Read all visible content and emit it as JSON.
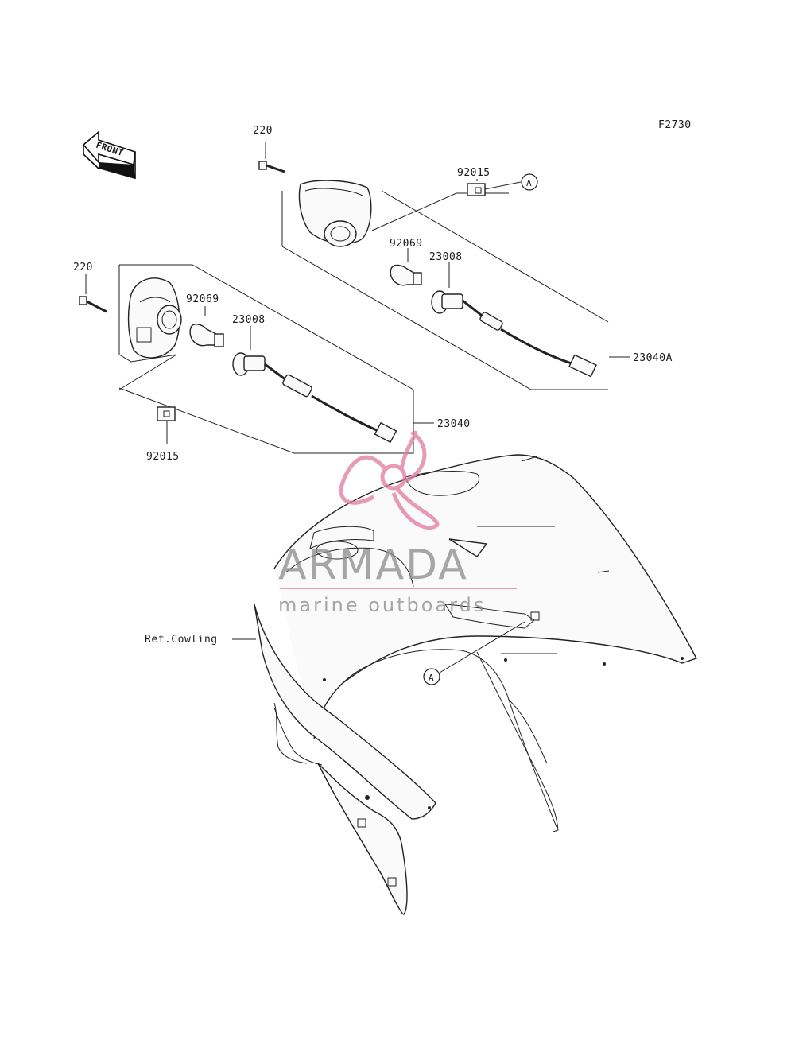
{
  "figure_code": "F2730",
  "front_label": "FRONT",
  "watermark": {
    "brand": "ARMADA",
    "tagline": "marine outboards"
  },
  "callouts": {
    "bolt_right": "220",
    "bolt_left": "220",
    "clip_right": "92015",
    "clip_left": "92015",
    "bulb_right": "92069",
    "bulb_left": "92069",
    "socket_right": "23008",
    "socket_left": "23008",
    "assy_right": "23040A",
    "assy_left": "23040",
    "ref_cowling": "Ref.Cowling",
    "marker_a_top": "A",
    "marker_a_bottom": "A"
  },
  "colors": {
    "line": "#222222",
    "watermark_pink": "#e07aa0",
    "watermark_gray": "#8a8a8a"
  }
}
